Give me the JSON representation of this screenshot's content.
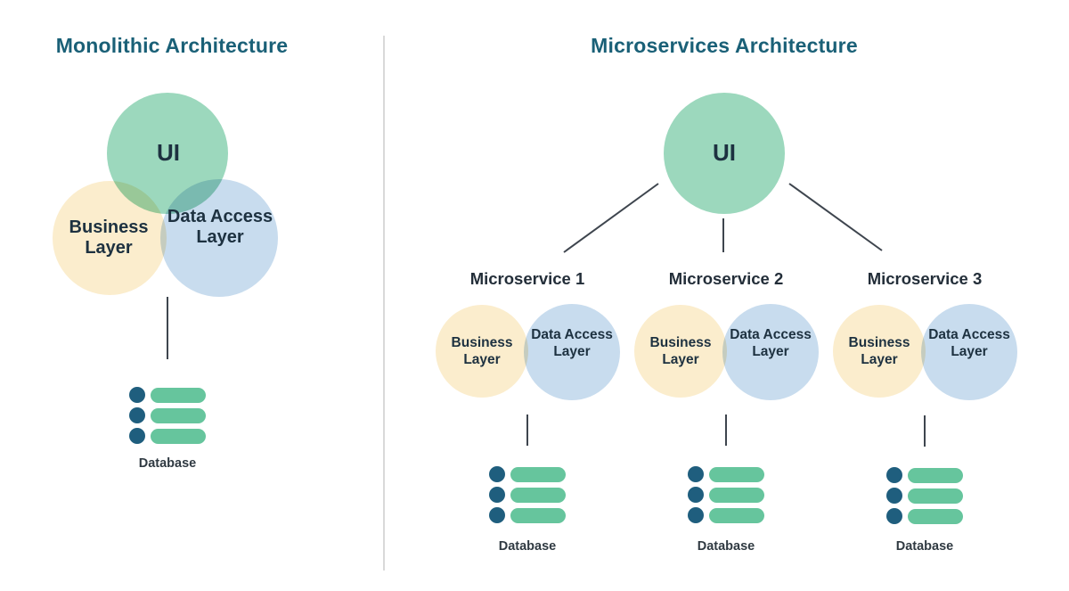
{
  "diagram": {
    "left": {
      "title": "Monolithic Architecture",
      "ui": "UI",
      "business": "Business Layer",
      "data_access": "Data Access Layer",
      "database": "Database"
    },
    "right": {
      "title": "Microservices Architecture",
      "ui": "UI",
      "microservices": [
        {
          "label": "Microservice 1",
          "business": "Business Layer",
          "data_access": "Data Access Layer",
          "database": "Database"
        },
        {
          "label": "Microservice 2",
          "business": "Business Layer",
          "data_access": "Data Access Layer",
          "database": "Database"
        },
        {
          "label": "Microservice 3",
          "business": "Business Layer",
          "data_access": "Data Access Layer",
          "database": "Database"
        }
      ]
    },
    "colors": {
      "title_text": "#1a6077",
      "ui_circle": "#9cd8bd",
      "business_circle": "#fbedcd",
      "data_access_circle": "#c8dcee",
      "db_dot": "#1f5e7e",
      "db_bar": "#66c59d",
      "connector_line": "#3e454e",
      "divider": "#d9d9d9",
      "label_text": "#1d3140"
    }
  }
}
